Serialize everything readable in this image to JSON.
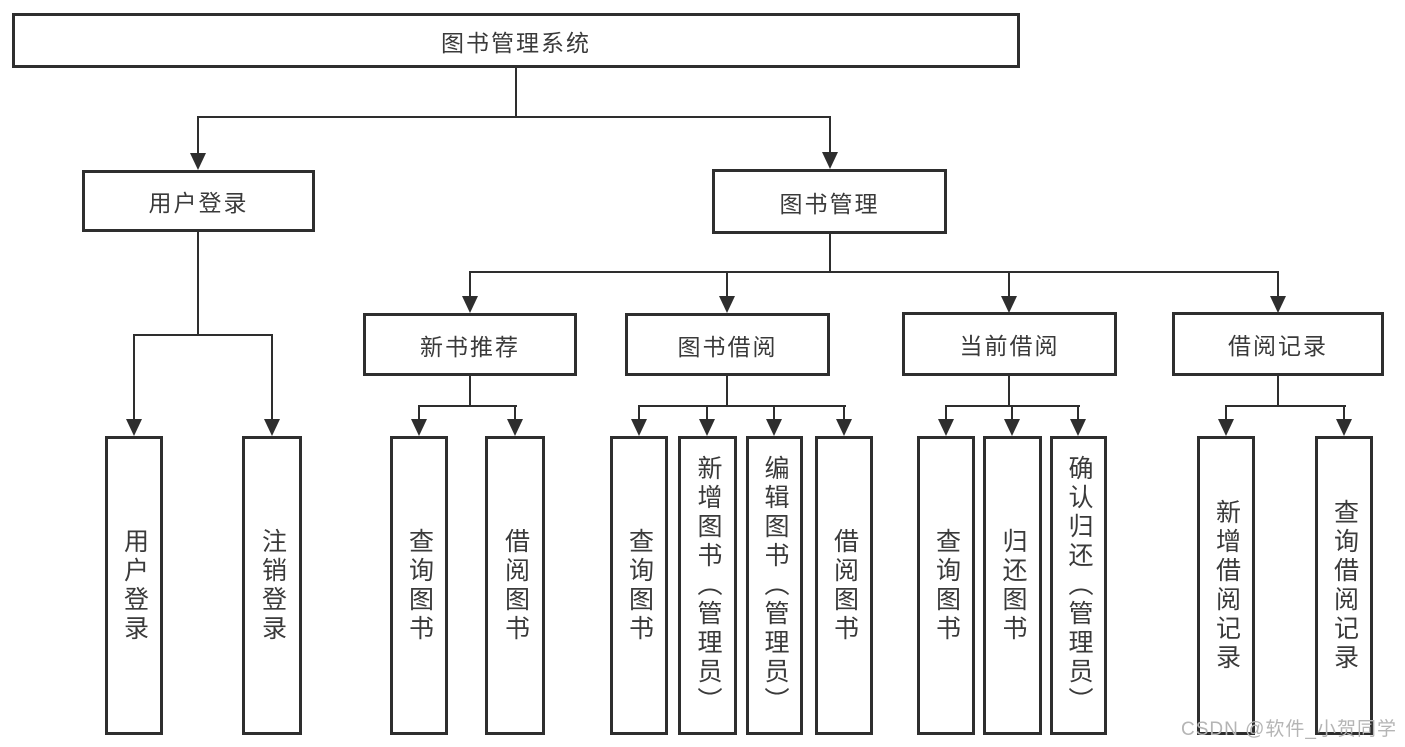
{
  "diagram": {
    "type": "hierarchy-tree",
    "title": "图书管理系统"
  },
  "nodes": {
    "root": {
      "label": "图书管理系统"
    },
    "user_login": {
      "label": "用户登录"
    },
    "book_mgmt": {
      "label": "图书管理"
    },
    "new_book_rec": {
      "label": "新书推荐"
    },
    "book_borrow": {
      "label": "图书借阅"
    },
    "current_borrow": {
      "label": "当前借阅"
    },
    "borrow_record": {
      "label": "借阅记录"
    },
    "leaf_user_login": {
      "label": "用户登录"
    },
    "leaf_logout": {
      "label": "注销登录"
    },
    "leaf_query_book_1": {
      "label": "查询图书"
    },
    "leaf_borrow_book_1": {
      "label": "借阅图书"
    },
    "leaf_query_book_2": {
      "label": "查询图书"
    },
    "leaf_add_book": {
      "label": "新增图书（管理员）"
    },
    "leaf_edit_book": {
      "label": "编辑图书（管理员）"
    },
    "leaf_borrow_book_2": {
      "label": "借阅图书"
    },
    "leaf_query_book_3": {
      "label": "查询图书"
    },
    "leaf_return_book": {
      "label": "归还图书"
    },
    "leaf_confirm_return": {
      "label": "确认归还（管理员）"
    },
    "leaf_add_record": {
      "label": "新增借阅记录"
    },
    "leaf_query_record": {
      "label": "查询借阅记录"
    }
  },
  "hierarchy": {
    "图书管理系统": {
      "用户登录": [
        "用户登录",
        "注销登录"
      ],
      "图书管理": {
        "新书推荐": [
          "查询图书",
          "借阅图书"
        ],
        "图书借阅": [
          "查询图书",
          "新增图书（管理员）",
          "编辑图书（管理员）",
          "借阅图书"
        ],
        "当前借阅": [
          "查询图书",
          "归还图书",
          "确认归还（管理员）"
        ],
        "借阅记录": [
          "新增借阅记录",
          "查询借阅记录"
        ]
      }
    }
  },
  "watermark": {
    "text": "CSDN @软件_小贺同学"
  },
  "colors": {
    "line": "#2e2e2e",
    "box_border": "#2e2e2e",
    "text": "#3a3a3a",
    "background": "#ffffff",
    "watermark": "#b5b5b5"
  }
}
